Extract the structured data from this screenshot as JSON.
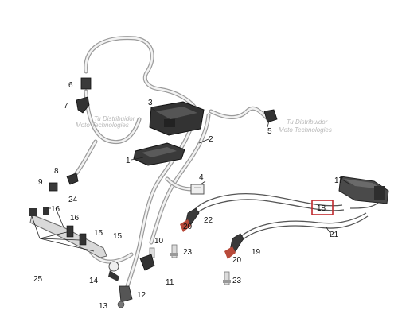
{
  "callouts": {
    "c1": "1",
    "c2": "2",
    "c3": "3",
    "c4": "4",
    "c5": "5",
    "c6": "6",
    "c7": "7",
    "c8": "8",
    "c9": "9",
    "c10": "10",
    "c11": "11",
    "c12": "12",
    "c13": "13",
    "c14": "14",
    "c15a": "15",
    "c15b": "15",
    "c16a": "16",
    "c16b": "16",
    "c17": "17",
    "c18": "18",
    "c19": "19",
    "c20a": "20",
    "c20b": "20",
    "c21": "21",
    "c22": "22",
    "c23a": "23",
    "c23b": "23",
    "c24": "24",
    "c25": "25"
  },
  "watermark": {
    "line1": "Moto Technologies",
    "line2": "Tu Distribuidor"
  },
  "colors": {
    "highlight_box": "#c0282d",
    "component_dark": "#3a3a3a",
    "wire_outline": "#9a9a9a"
  }
}
